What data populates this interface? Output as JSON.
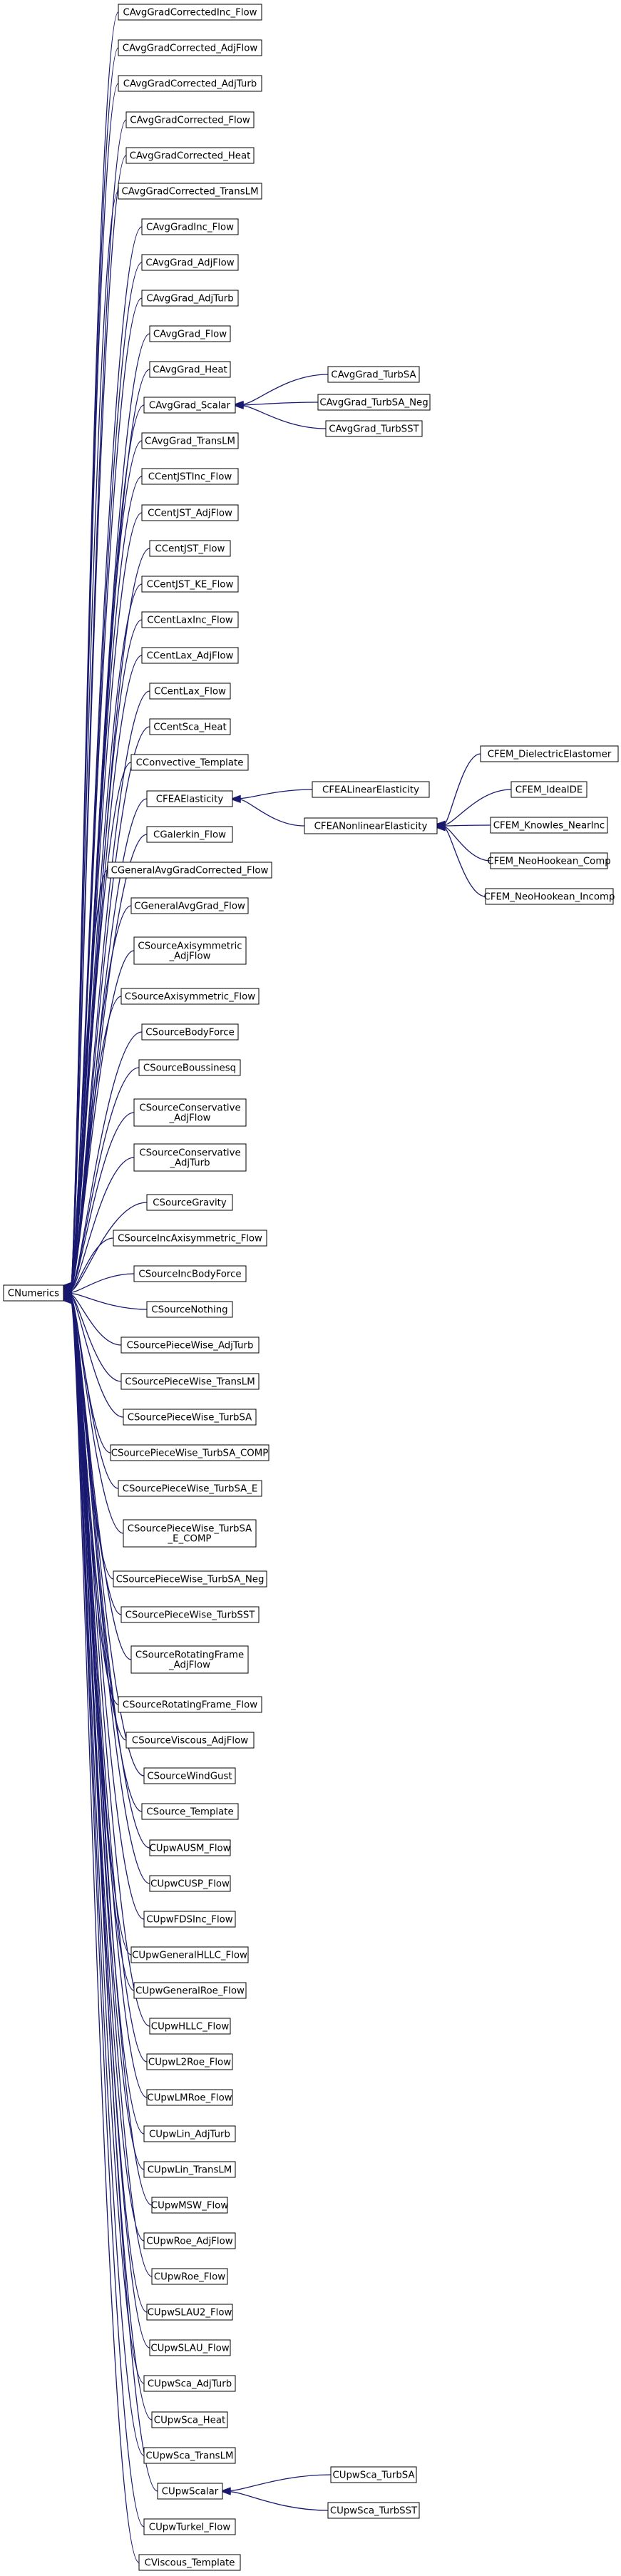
{
  "root": {
    "id": "CNumerics",
    "label": "CNumerics"
  },
  "nodes": [
    {
      "id": "n1",
      "lines": [
        "CAvgGradCorrectedInc_Flow"
      ],
      "parent": "CNumerics"
    },
    {
      "id": "n2",
      "lines": [
        "CAvgGradCorrected_AdjFlow"
      ],
      "parent": "CNumerics"
    },
    {
      "id": "n3",
      "lines": [
        "CAvgGradCorrected_AdjTurb"
      ],
      "parent": "CNumerics"
    },
    {
      "id": "n4",
      "lines": [
        "CAvgGradCorrected_Flow"
      ],
      "parent": "CNumerics"
    },
    {
      "id": "n5",
      "lines": [
        "CAvgGradCorrected_Heat"
      ],
      "parent": "CNumerics"
    },
    {
      "id": "n6",
      "lines": [
        "CAvgGradCorrected_TransLM"
      ],
      "parent": "CNumerics"
    },
    {
      "id": "n7",
      "lines": [
        "CAvgGradInc_Flow"
      ],
      "parent": "CNumerics"
    },
    {
      "id": "n8",
      "lines": [
        "CAvgGrad_AdjFlow"
      ],
      "parent": "CNumerics"
    },
    {
      "id": "n9",
      "lines": [
        "CAvgGrad_AdjTurb"
      ],
      "parent": "CNumerics"
    },
    {
      "id": "n10",
      "lines": [
        "CAvgGrad_Flow"
      ],
      "parent": "CNumerics"
    },
    {
      "id": "n11",
      "lines": [
        "CAvgGrad_Heat"
      ],
      "parent": "CNumerics"
    },
    {
      "id": "n12",
      "lines": [
        "CAvgGrad_Scalar"
      ],
      "parent": "CNumerics"
    },
    {
      "id": "n13",
      "lines": [
        "CAvgGrad_TransLM"
      ],
      "parent": "CNumerics"
    },
    {
      "id": "n14",
      "lines": [
        "CCentJSTInc_Flow"
      ],
      "parent": "CNumerics"
    },
    {
      "id": "n15",
      "lines": [
        "CCentJST_AdjFlow"
      ],
      "parent": "CNumerics"
    },
    {
      "id": "n16",
      "lines": [
        "CCentJST_Flow"
      ],
      "parent": "CNumerics"
    },
    {
      "id": "n17",
      "lines": [
        "CCentJST_KE_Flow"
      ],
      "parent": "CNumerics"
    },
    {
      "id": "n18",
      "lines": [
        "CCentLaxInc_Flow"
      ],
      "parent": "CNumerics"
    },
    {
      "id": "n19",
      "lines": [
        "CCentLax_AdjFlow"
      ],
      "parent": "CNumerics"
    },
    {
      "id": "n20",
      "lines": [
        "CCentLax_Flow"
      ],
      "parent": "CNumerics"
    },
    {
      "id": "n21",
      "lines": [
        "CCentSca_Heat"
      ],
      "parent": "CNumerics"
    },
    {
      "id": "n22",
      "lines": [
        "CConvective_Template"
      ],
      "parent": "CNumerics"
    },
    {
      "id": "n23",
      "lines": [
        "CFEAElasticity"
      ],
      "parent": "CNumerics"
    },
    {
      "id": "n24",
      "lines": [
        "CGalerkin_Flow"
      ],
      "parent": "CNumerics"
    },
    {
      "id": "n25",
      "lines": [
        "CGeneralAvgGradCorrected_Flow"
      ],
      "parent": "CNumerics"
    },
    {
      "id": "n26",
      "lines": [
        "CGeneralAvgGrad_Flow"
      ],
      "parent": "CNumerics"
    },
    {
      "id": "n27",
      "lines": [
        "CSourceAxisymmetric",
        "_AdjFlow"
      ],
      "parent": "CNumerics"
    },
    {
      "id": "n28",
      "lines": [
        "CSourceAxisymmetric_Flow"
      ],
      "parent": "CNumerics"
    },
    {
      "id": "n29",
      "lines": [
        "CSourceBodyForce"
      ],
      "parent": "CNumerics"
    },
    {
      "id": "n30",
      "lines": [
        "CSourceBoussinesq"
      ],
      "parent": "CNumerics"
    },
    {
      "id": "n31",
      "lines": [
        "CSourceConservative",
        "_AdjFlow"
      ],
      "parent": "CNumerics"
    },
    {
      "id": "n32",
      "lines": [
        "CSourceConservative",
        "_AdjTurb"
      ],
      "parent": "CNumerics"
    },
    {
      "id": "n33",
      "lines": [
        "CSourceGravity"
      ],
      "parent": "CNumerics"
    },
    {
      "id": "n34",
      "lines": [
        "CSourceIncAxisymmetric_Flow"
      ],
      "parent": "CNumerics"
    },
    {
      "id": "n35",
      "lines": [
        "CSourceIncBodyForce"
      ],
      "parent": "CNumerics"
    },
    {
      "id": "n36",
      "lines": [
        "CSourceNothing"
      ],
      "parent": "CNumerics"
    },
    {
      "id": "n37",
      "lines": [
        "CSourcePieceWise_AdjTurb"
      ],
      "parent": "CNumerics"
    },
    {
      "id": "n38",
      "lines": [
        "CSourcePieceWise_TransLM"
      ],
      "parent": "CNumerics"
    },
    {
      "id": "n39",
      "lines": [
        "CSourcePieceWise_TurbSA"
      ],
      "parent": "CNumerics"
    },
    {
      "id": "n40",
      "lines": [
        "CSourcePieceWise_TurbSA_COMP"
      ],
      "parent": "CNumerics"
    },
    {
      "id": "n41",
      "lines": [
        "CSourcePieceWise_TurbSA_E"
      ],
      "parent": "CNumerics"
    },
    {
      "id": "n42",
      "lines": [
        "CSourcePieceWise_TurbSA",
        "_E_COMP"
      ],
      "parent": "CNumerics"
    },
    {
      "id": "n43",
      "lines": [
        "CSourcePieceWise_TurbSA_Neg"
      ],
      "parent": "CNumerics"
    },
    {
      "id": "n44",
      "lines": [
        "CSourcePieceWise_TurbSST"
      ],
      "parent": "CNumerics"
    },
    {
      "id": "n45",
      "lines": [
        "CSourceRotatingFrame",
        "_AdjFlow"
      ],
      "parent": "CNumerics"
    },
    {
      "id": "n46",
      "lines": [
        "CSourceRotatingFrame_Flow"
      ],
      "parent": "CNumerics"
    },
    {
      "id": "n47",
      "lines": [
        "CSourceViscous_AdjFlow"
      ],
      "parent": "CNumerics"
    },
    {
      "id": "n48",
      "lines": [
        "CSourceWindGust"
      ],
      "parent": "CNumerics"
    },
    {
      "id": "n49",
      "lines": [
        "CSource_Template"
      ],
      "parent": "CNumerics"
    },
    {
      "id": "n50",
      "lines": [
        "CUpwAUSM_Flow"
      ],
      "parent": "CNumerics"
    },
    {
      "id": "n51",
      "lines": [
        "CUpwCUSP_Flow"
      ],
      "parent": "CNumerics"
    },
    {
      "id": "n52",
      "lines": [
        "CUpwFDSInc_Flow"
      ],
      "parent": "CNumerics"
    },
    {
      "id": "n53",
      "lines": [
        "CUpwGeneralHLLC_Flow"
      ],
      "parent": "CNumerics"
    },
    {
      "id": "n54",
      "lines": [
        "CUpwGeneralRoe_Flow"
      ],
      "parent": "CNumerics"
    },
    {
      "id": "n55",
      "lines": [
        "CUpwHLLC_Flow"
      ],
      "parent": "CNumerics"
    },
    {
      "id": "n56",
      "lines": [
        "CUpwL2Roe_Flow"
      ],
      "parent": "CNumerics"
    },
    {
      "id": "n57",
      "lines": [
        "CUpwLMRoe_Flow"
      ],
      "parent": "CNumerics"
    },
    {
      "id": "n58",
      "lines": [
        "CUpwLin_AdjTurb"
      ],
      "parent": "CNumerics"
    },
    {
      "id": "n59",
      "lines": [
        "CUpwLin_TransLM"
      ],
      "parent": "CNumerics"
    },
    {
      "id": "n60",
      "lines": [
        "CUpwMSW_Flow"
      ],
      "parent": "CNumerics"
    },
    {
      "id": "n61",
      "lines": [
        "CUpwRoe_AdjFlow"
      ],
      "parent": "CNumerics"
    },
    {
      "id": "n62",
      "lines": [
        "CUpwRoe_Flow"
      ],
      "parent": "CNumerics"
    },
    {
      "id": "n63",
      "lines": [
        "CUpwSLAU2_Flow"
      ],
      "parent": "CNumerics"
    },
    {
      "id": "n64",
      "lines": [
        "CUpwSLAU_Flow"
      ],
      "parent": "CNumerics"
    },
    {
      "id": "n65",
      "lines": [
        "CUpwSca_AdjTurb"
      ],
      "parent": "CNumerics"
    },
    {
      "id": "n66",
      "lines": [
        "CUpwSca_Heat"
      ],
      "parent": "CNumerics"
    },
    {
      "id": "n67",
      "lines": [
        "CUpwSca_TransLM"
      ],
      "parent": "CNumerics"
    },
    {
      "id": "n68",
      "lines": [
        "CUpwScalar"
      ],
      "parent": "CNumerics"
    },
    {
      "id": "n69",
      "lines": [
        "CUpwTurkel_Flow"
      ],
      "parent": "CNumerics"
    },
    {
      "id": "n70",
      "lines": [
        "CViscous_Template"
      ],
      "parent": "CNumerics"
    },
    {
      "id": "m1",
      "lines": [
        "CAvgGrad_TurbSA"
      ],
      "parent": "CAvgGrad_Scalar"
    },
    {
      "id": "m2",
      "lines": [
        "CAvgGrad_TurbSA_Neg"
      ],
      "parent": "CAvgGrad_Scalar"
    },
    {
      "id": "m3",
      "lines": [
        "CAvgGrad_TurbSST"
      ],
      "parent": "CAvgGrad_Scalar"
    },
    {
      "id": "m4",
      "lines": [
        "CFEALinearElasticity"
      ],
      "parent": "CFEAElasticity"
    },
    {
      "id": "m5",
      "lines": [
        "CFEANonlinearElasticity"
      ],
      "parent": "CFEAElasticity"
    },
    {
      "id": "m6",
      "lines": [
        "CFEM_DielectricElastomer"
      ],
      "parent": "CFEANonlinearElasticity"
    },
    {
      "id": "m7",
      "lines": [
        "CFEM_IdealDE"
      ],
      "parent": "CFEANonlinearElasticity"
    },
    {
      "id": "m8",
      "lines": [
        "CFEM_Knowles_NearInc"
      ],
      "parent": "CFEANonlinearElasticity"
    },
    {
      "id": "m9",
      "lines": [
        "CFEM_NeoHookean_Comp"
      ],
      "parent": "CFEANonlinearElasticity"
    },
    {
      "id": "m10",
      "lines": [
        "CFEM_NeoHookean_Incomp"
      ],
      "parent": "CFEANonlinearElasticity"
    },
    {
      "id": "m11",
      "lines": [
        "CUpwSca_TurbSA"
      ],
      "parent": "CUpwScalar"
    },
    {
      "id": "m12",
      "lines": [
        "CUpwSca_TurbSST"
      ],
      "parent": "CUpwScalar"
    }
  ],
  "colors": {
    "edge": "#191970",
    "node_border": "#000000",
    "node_fill": "#ffffff",
    "text": "#000000"
  }
}
